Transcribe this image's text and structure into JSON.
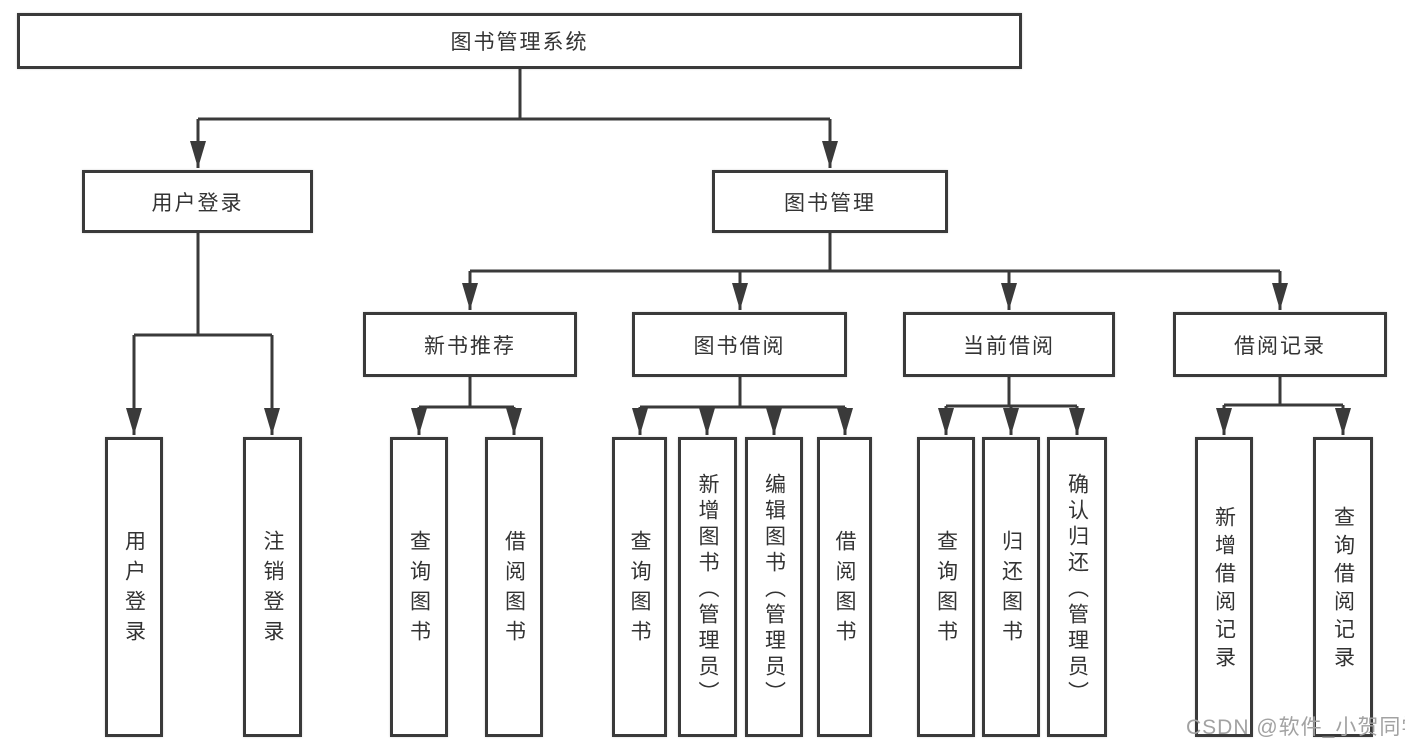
{
  "diagram_type": "hierarchy-tree",
  "colors": {
    "line": "#3a3a3a",
    "border": "#3a3a3a",
    "text": "#333333",
    "background": "#ffffff",
    "watermark": "#a2a2a2"
  },
  "tree": {
    "root": {
      "label": "图书管理系统",
      "children": [
        {
          "label": "用户登录",
          "children": [
            {
              "label": "用户登录"
            },
            {
              "label": "注销登录"
            }
          ]
        },
        {
          "label": "图书管理",
          "children": [
            {
              "label": "新书推荐",
              "children": [
                {
                  "label": "查询图书"
                },
                {
                  "label": "借阅图书"
                }
              ]
            },
            {
              "label": "图书借阅",
              "children": [
                {
                  "label": "查询图书"
                },
                {
                  "label": "新增图书（管理员）"
                },
                {
                  "label": "编辑图书（管理员）"
                },
                {
                  "label": "借阅图书"
                }
              ]
            },
            {
              "label": "当前借阅",
              "children": [
                {
                  "label": "查询图书"
                },
                {
                  "label": "归还图书"
                },
                {
                  "label": "确认归还（管理员）"
                }
              ]
            },
            {
              "label": "借阅记录",
              "children": [
                {
                  "label": "新增借阅记录"
                },
                {
                  "label": "查询借阅记录"
                }
              ]
            }
          ]
        }
      ]
    }
  },
  "watermark": {
    "text": "CSDN @软件_小贺同学"
  }
}
